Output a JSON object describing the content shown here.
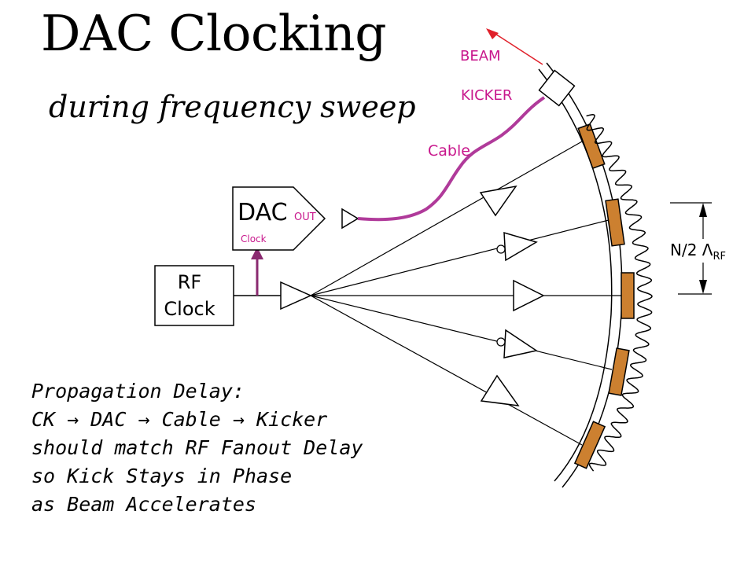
{
  "title": "DAC Clocking",
  "subtitle": "during frequency sweep",
  "labels": {
    "beam": "BEAM",
    "kicker": "KICKER",
    "cable": "Cable",
    "dac": "DAC",
    "dac_out": "OUT",
    "dac_clock": "Clock",
    "rf_line1": "RF",
    "rf_line2": "Clock",
    "spacing_main": "N/2 Λ",
    "spacing_sub": "RF"
  },
  "notes": [
    "Propagation Delay:",
    "CK → DAC → Cable → Kicker",
    "should match RF Fanout Delay",
    "so Kick Stays in Phase",
    "as Beam Accelerates"
  ],
  "colors": {
    "magenta": "#c8178c",
    "cable": "#b03a9a",
    "clock_arrow": "#8a2a70",
    "cavity": "#cc8030",
    "beam_arrow": "#e0202a"
  }
}
